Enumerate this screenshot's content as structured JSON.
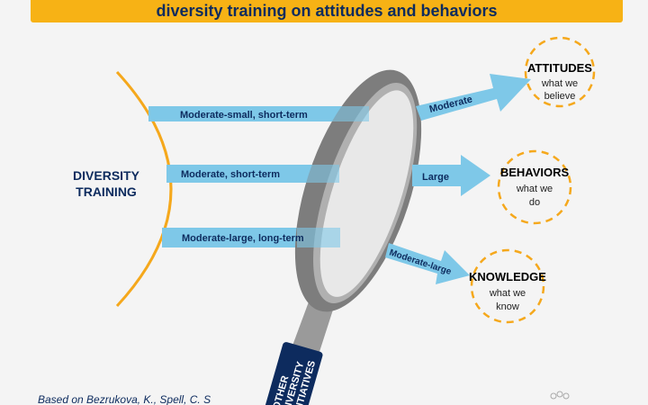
{
  "title": "diversity training on attitudes and behaviors",
  "source": "Based on Bezrukova, K., Spell, C. S",
  "colors": {
    "banner": "#f7b215",
    "navy": "#0d2b5e",
    "arrow": "#7ec8e8",
    "orange": "#f5a81c",
    "lens": "#8a8a8a"
  },
  "left": {
    "line1": "DIVERSITY",
    "line2": "TRAINING"
  },
  "inputs": [
    {
      "label": "Moderate-small, short-term"
    },
    {
      "label": "Moderate, short-term"
    },
    {
      "label": "Moderate-large, long-term"
    }
  ],
  "handle": {
    "line1": "OTHER",
    "line2": "DIVERSITY",
    "line3": "INITIATIVES"
  },
  "outputs": [
    {
      "arrow": "Moderate",
      "title": "ATTITUDES",
      "sub1": "what we",
      "sub2": "believe"
    },
    {
      "arrow": "Large",
      "title": "BEHAVIORS",
      "sub1": "what we",
      "sub2": "do"
    },
    {
      "arrow": "Moderate-large",
      "title": "KNOWLEDGE",
      "sub1": "what we",
      "sub2": "know"
    }
  ]
}
